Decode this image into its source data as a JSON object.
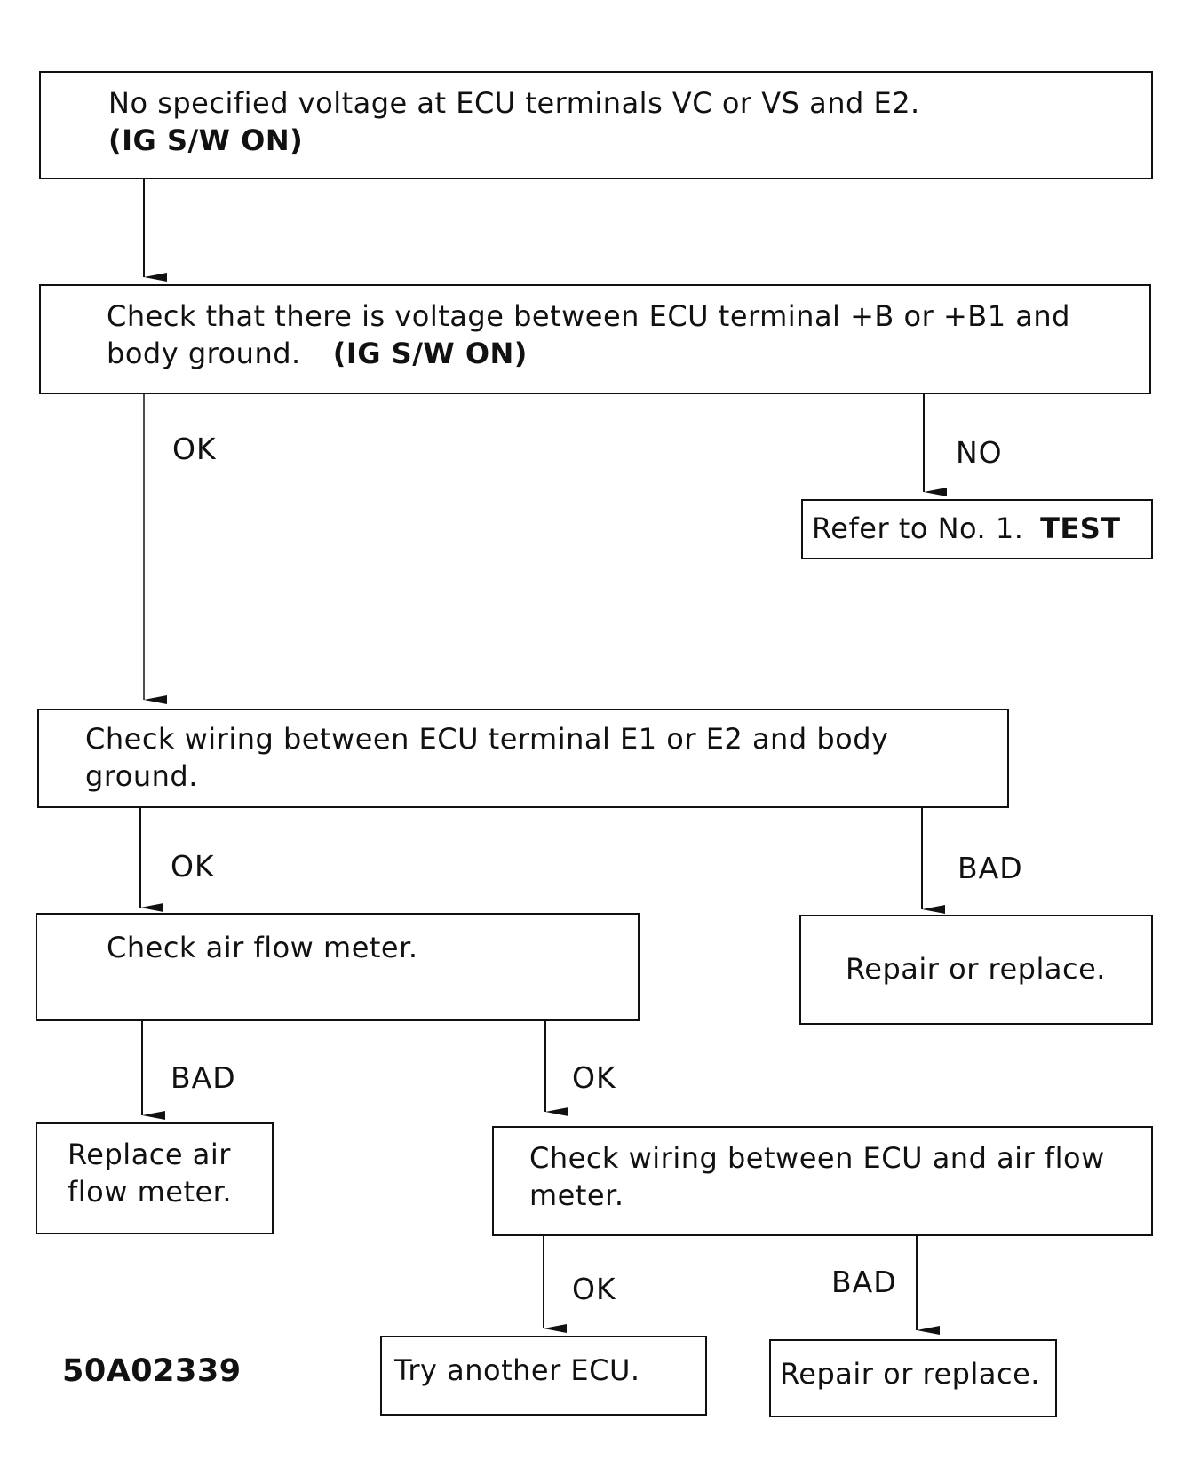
{
  "colors": {
    "stroke": "#111111",
    "background": "#ffffff"
  },
  "boxes": {
    "start": {
      "line1": "No specified voltage at ECU terminals VC or VS and E2.",
      "line2": "(IG S/W ON)"
    },
    "check_voltage": {
      "line1": "Check that there is voltage between ECU terminal +B or +B1 and",
      "line2a": "body ground.",
      "line2b": "(IG S/W ON)"
    },
    "refer": {
      "text": "Refer to No. 1.",
      "bold": "TEST"
    },
    "check_wiring_e": {
      "text": "Check wiring between ECU terminal E1 or E2 and body ground."
    },
    "check_afm": {
      "text": "Check air flow meter."
    },
    "repair_1": {
      "text": "Repair or replace."
    },
    "replace_afm": {
      "text": "Replace air flow meter."
    },
    "check_wiring_afm": {
      "text": "Check wiring between ECU and air flow meter."
    },
    "try_ecu": {
      "text": "Try another ECU."
    },
    "repair_2": {
      "text": "Repair or replace."
    }
  },
  "labels": {
    "ok_1": "OK",
    "no_1": "NO",
    "ok_2": "OK",
    "bad_1": "BAD",
    "bad_2": "BAD",
    "ok_3": "OK",
    "ok_4": "OK",
    "bad_3": "BAD"
  },
  "figure_code": "50A02339"
}
